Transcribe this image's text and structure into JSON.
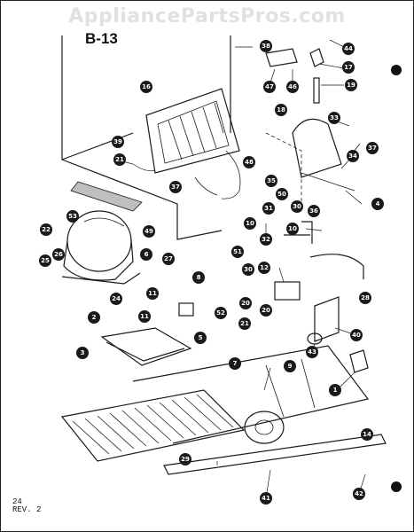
{
  "watermark": "AppliancePartsPros.com",
  "page_title": "B-13",
  "footer": {
    "page": "24",
    "revision": "REV. 2"
  },
  "callouts": [
    "1",
    "2",
    "3",
    "4",
    "5",
    "6",
    "7",
    "8",
    "9",
    "10",
    "11",
    "12",
    "14",
    "16",
    "17",
    "18",
    "19",
    "20",
    "21",
    "22",
    "24",
    "25",
    "26",
    "27",
    "28",
    "29",
    "30",
    "31",
    "32",
    "33",
    "34",
    "35",
    "36",
    "37",
    "38",
    "39",
    "40",
    "41",
    "42",
    "43",
    "44",
    "46",
    "47",
    "48",
    "49",
    "50",
    "51",
    "52",
    "53"
  ]
}
